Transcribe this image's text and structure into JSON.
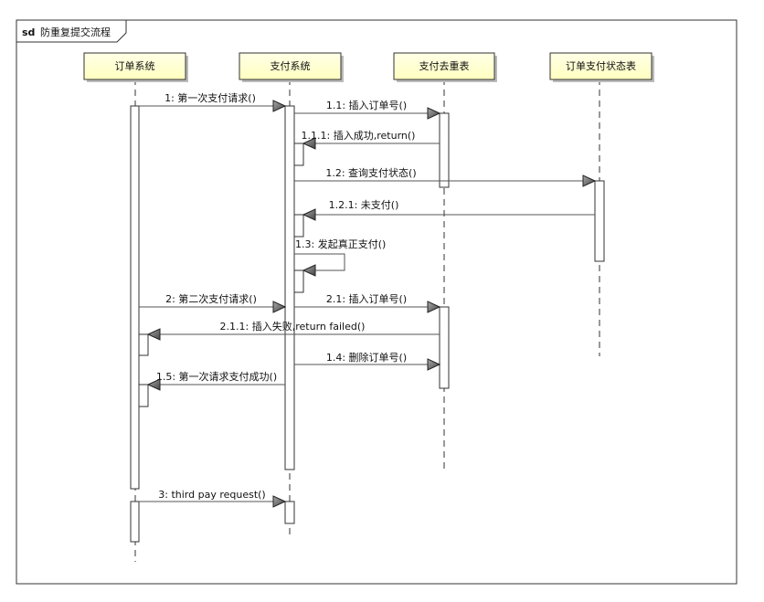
{
  "frame": {
    "keyword": "sd",
    "title": "防重复提交流程"
  },
  "colors": {
    "header_fill": "#ffffcc",
    "line": "#555555",
    "bg": "#ffffff"
  },
  "lifelines": [
    {
      "id": "order",
      "label": "订单系统"
    },
    {
      "id": "pay",
      "label": "支付系统"
    },
    {
      "id": "dedup",
      "label": "支付去重表"
    },
    {
      "id": "status",
      "label": "订单支付状态表"
    }
  ],
  "messages": [
    {
      "label": "1: 第一次支付请求()",
      "from": "order",
      "to": "pay",
      "kind": "sync"
    },
    {
      "label": "1.1: 插入订单号()",
      "from": "pay",
      "to": "dedup",
      "kind": "sync"
    },
    {
      "label": "1.1.1: 插入成功,return()",
      "from": "dedup",
      "to": "pay",
      "kind": "sync"
    },
    {
      "label": "1.2: 查询支付状态()",
      "from": "pay",
      "to": "status",
      "kind": "sync"
    },
    {
      "label": "1.2.1: 未支付()",
      "from": "status",
      "to": "pay",
      "kind": "sync"
    },
    {
      "label": "1.3: 发起真正支付()",
      "from": "pay",
      "to": "pay",
      "kind": "self"
    },
    {
      "label": "2: 第二次支付请求()",
      "from": "order",
      "to": "pay",
      "kind": "sync"
    },
    {
      "label": "2.1: 插入订单号()",
      "from": "pay",
      "to": "dedup",
      "kind": "sync"
    },
    {
      "label": "2.1.1: 插入失败,return failed()",
      "from": "dedup",
      "to": "order",
      "kind": "sync"
    },
    {
      "label": "1.4: 删除订单号()",
      "from": "pay",
      "to": "dedup",
      "kind": "sync"
    },
    {
      "label": "1.5: 第一次请求支付成功()",
      "from": "pay",
      "to": "order",
      "kind": "sync"
    },
    {
      "label": "3: third pay request()",
      "from": "order",
      "to": "pay",
      "kind": "sync"
    }
  ]
}
